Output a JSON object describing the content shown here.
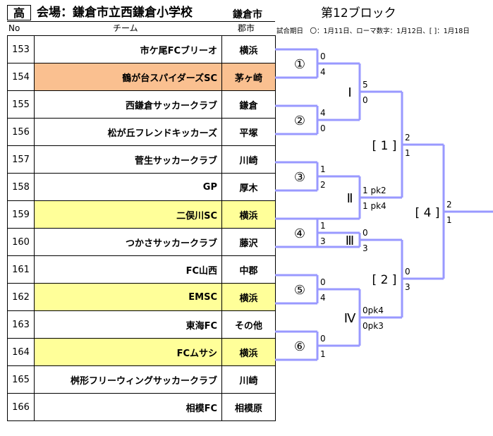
{
  "header": {
    "category": "高",
    "venue": "会場：鎌倉市立西鎌倉小学校",
    "city": "鎌倉市",
    "block": "第12ブロック",
    "col_no": "No",
    "col_team": "チーム",
    "col_town": "郡市",
    "date_note": "試合期日　〇：1月11日、ローマ数字：1月12日、[ ]：1月18日"
  },
  "colors": {
    "bracket": "#9999ff",
    "orange": "#fac090",
    "yellow": "#ffff99"
  },
  "teams": [
    {
      "no": "153",
      "name": "市ケ尾FCブリーオ",
      "town": "横浜",
      "hl": ""
    },
    {
      "no": "154",
      "name": "鶴が台スパイダーズSC",
      "town": "茅ヶ崎",
      "hl": "orange"
    },
    {
      "no": "155",
      "name": "西鎌倉サッカークラブ",
      "town": "鎌倉",
      "hl": ""
    },
    {
      "no": "156",
      "name": "松が丘フレンドキッカーズ",
      "town": "平塚",
      "hl": ""
    },
    {
      "no": "157",
      "name": "菅生サッカークラブ",
      "town": "川崎",
      "hl": ""
    },
    {
      "no": "158",
      "name": "GP",
      "town": "厚木",
      "hl": ""
    },
    {
      "no": "159",
      "name": "二俣川SC",
      "town": "横浜",
      "hl": "yellow"
    },
    {
      "no": "160",
      "name": "つかさサッカークラブ",
      "town": "藤沢",
      "hl": ""
    },
    {
      "no": "161",
      "name": "FC山西",
      "town": "中郡",
      "hl": ""
    },
    {
      "no": "162",
      "name": "EMSC",
      "town": "横浜",
      "hl": "yellow"
    },
    {
      "no": "163",
      "name": "東海FC",
      "town": "その他",
      "hl": ""
    },
    {
      "no": "164",
      "name": "FCムサシ",
      "town": "横浜",
      "hl": "yellow"
    },
    {
      "no": "165",
      "name": "桝形フリーウィングサッカークラブ",
      "town": "川崎",
      "hl": ""
    },
    {
      "no": "166",
      "name": "相模FC",
      "town": "相模原",
      "hl": ""
    }
  ],
  "bracket": {
    "r1": [
      {
        "label": "①",
        "s1": "0",
        "s2": "4"
      },
      {
        "label": "②",
        "s1": "4",
        "s2": "0"
      },
      {
        "label": "③",
        "s1": "1",
        "s2": "2"
      },
      {
        "label": "④",
        "s1": "1",
        "s2": "3"
      },
      {
        "label": "⑤",
        "s1": "0",
        "s2": "4"
      },
      {
        "label": "⑥",
        "s1": "0",
        "s2": "1"
      }
    ],
    "r2": [
      {
        "label": "Ⅰ",
        "s1": "5",
        "s2": "0"
      },
      {
        "label": "Ⅱ",
        "s1": "1 pk2",
        "s2": "1 pk4"
      },
      {
        "label": "Ⅲ",
        "s1": "0",
        "s2": "3"
      },
      {
        "label": "Ⅳ",
        "s1": "0pk4",
        "s2": "0pk3"
      }
    ],
    "r3": [
      {
        "label": "[ 1 ]",
        "s1": "2",
        "s2": "1"
      },
      {
        "label": "[ 2 ]",
        "s1": "0",
        "s2": "3"
      }
    ],
    "r4": [
      {
        "label": "[ 4 ]",
        "s1": "2",
        "s2": "1"
      }
    ]
  }
}
